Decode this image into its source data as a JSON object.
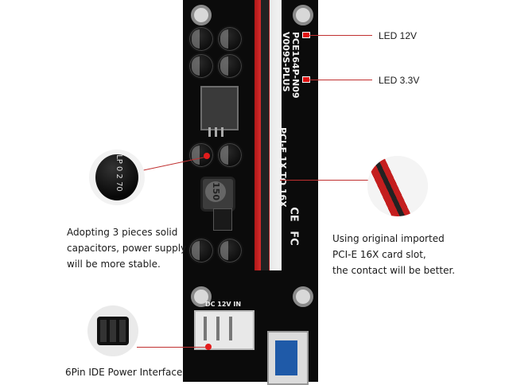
{
  "labels": {
    "led_12v": "LED 12V",
    "led_33v": "LED 3.3V"
  },
  "captions": {
    "capacitors": [
      "Adopting 3 pieces solid",
      "capacitors, power supply",
      "will be more stable."
    ],
    "slot": [
      "Using original imported",
      "PCI-E 16X card slot,",
      "the contact will be better."
    ],
    "power": "6Pin IDE Power Interface"
  },
  "board": {
    "model": "PCE164P-N09",
    "version": "V009S-PLUS",
    "slogan": "PCI-E 1X TO 16X",
    "power_in": "DC 12V IN",
    "inductor": "150",
    "cap_text": "LP 0 2 70",
    "cert_ce": "CE",
    "cert_fc": "FC"
  },
  "colors": {
    "accent": "#e31b1b",
    "board": "#0b0b0b",
    "slot_red": "#c41e1e"
  }
}
